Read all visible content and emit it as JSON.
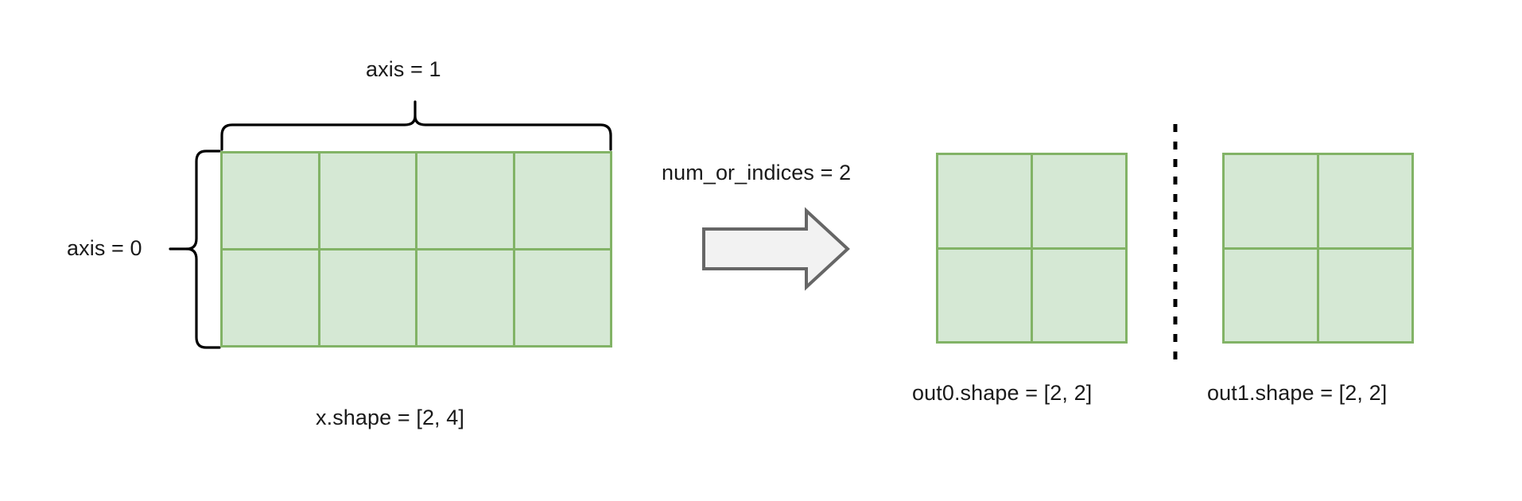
{
  "diagram": {
    "title": "tensor split along axis",
    "background_color": "#ffffff",
    "tensor_fill_color": "#d5e8d4",
    "tensor_border_color": "#82b366",
    "arrow_fill_color": "#f2f2f2",
    "arrow_border_color": "#666666",
    "brace_color": "#000000",
    "divider_color": "#000000"
  },
  "input": {
    "axis1_label": "axis = 1",
    "axis0_label": "axis = 0",
    "shape_label": "x.shape = [2, 4]",
    "rows": 2,
    "cols": 4
  },
  "operation": {
    "param_label": "num_or_indices = 2",
    "arrow": "right-arrow"
  },
  "outputs": [
    {
      "shape_label": "out0.shape = [2, 2]",
      "rows": 2,
      "cols": 2
    },
    {
      "shape_label": "out1.shape = [2, 2]",
      "rows": 2,
      "cols": 2
    }
  ],
  "divider": {
    "style": "dashed-vertical"
  }
}
